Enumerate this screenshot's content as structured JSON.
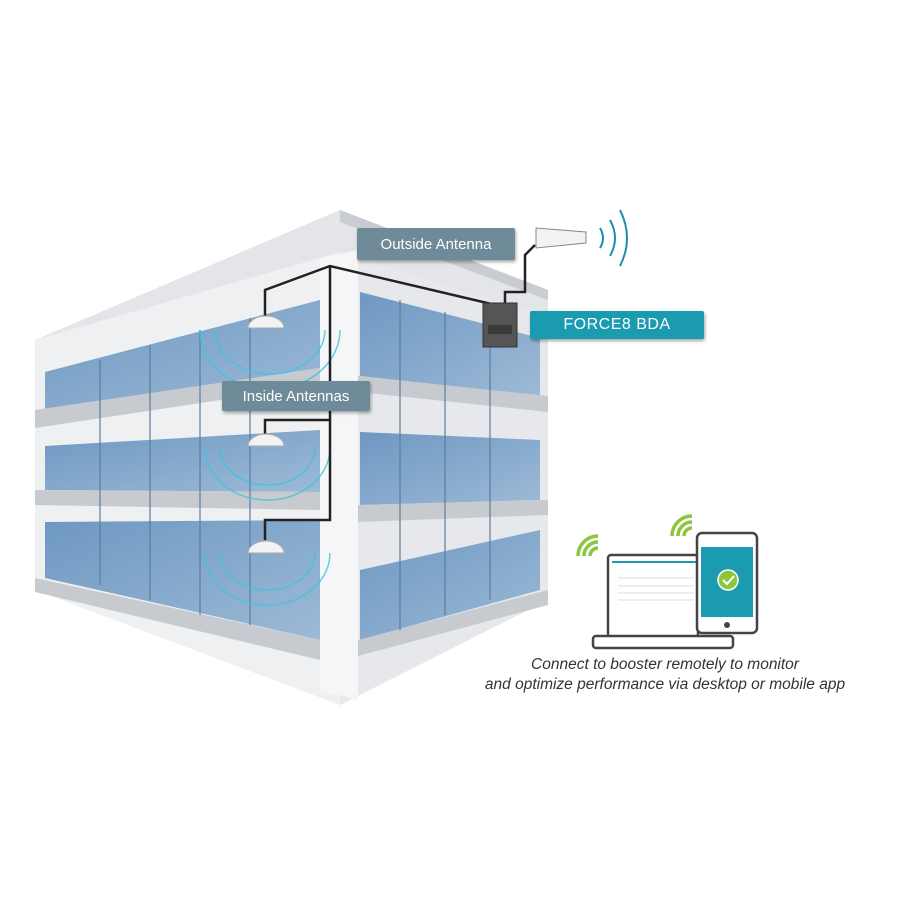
{
  "labels": {
    "outside_antenna": "Outside Antenna",
    "bda": "FORCE8 BDA",
    "inside_antennas": "Inside Antennas"
  },
  "caption": {
    "line1": "Connect to booster remotely to monitor",
    "line2": "and optimize performance via desktop or mobile app"
  },
  "colors": {
    "label_gray": "#6f8a99",
    "label_teal": "#1a9bb0",
    "signal_green": "#8cc63f",
    "signal_blue": "#1a9bb0",
    "window": "#7fa6c9"
  }
}
